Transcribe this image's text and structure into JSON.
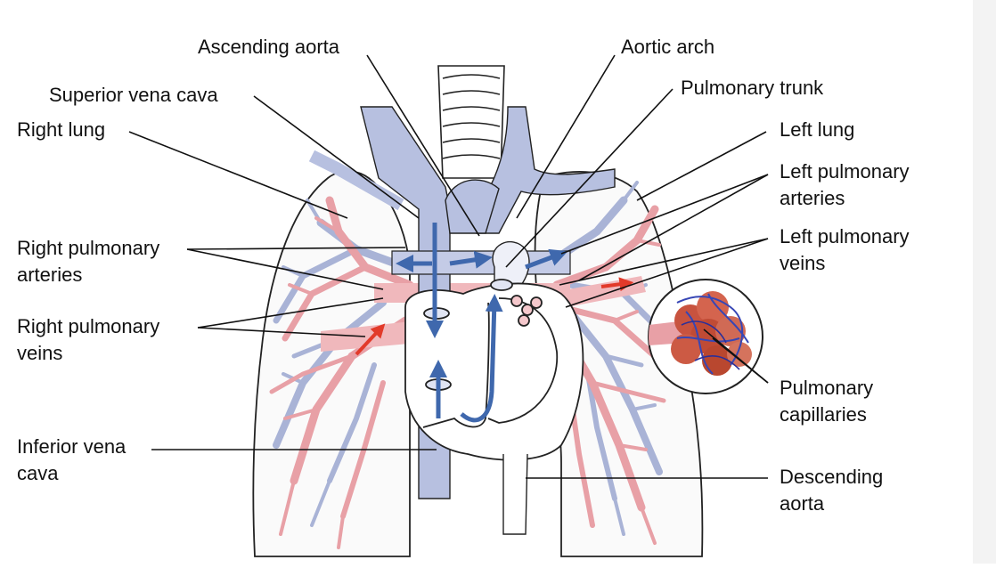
{
  "labels": {
    "ascending_aorta": "Ascending aorta",
    "aortic_arch": "Aortic arch",
    "superior_vena_cava": "Superior vena cava",
    "pulmonary_trunk": "Pulmonary trunk",
    "right_lung": "Right lung",
    "left_lung": "Left lung",
    "left_pulmonary_arteries": [
      "Left pulmonary",
      "arteries"
    ],
    "right_pulmonary_arteries": [
      "Right pulmonary",
      "arteries"
    ],
    "left_pulmonary_veins": [
      "Left pulmonary",
      "veins"
    ],
    "right_pulmonary_veins": [
      "Right pulmonary",
      "veins"
    ],
    "pulmonary_capillaries": [
      "Pulmonary",
      "capillaries"
    ],
    "inferior_vena_cava": [
      "Inferior vena",
      "cava"
    ],
    "descending_aorta": [
      "Descending",
      "aorta"
    ]
  },
  "colors": {
    "deoxygenated": "#a9b3d6",
    "deoxygenated_dark": "#4d73b5",
    "oxygenated": "#e8a0a6",
    "oxygenated_dark": "#c96a72",
    "flow_arrow_blue": "#3f68ad",
    "flow_arrow_red": "#e23a2a",
    "outline": "#222222"
  }
}
